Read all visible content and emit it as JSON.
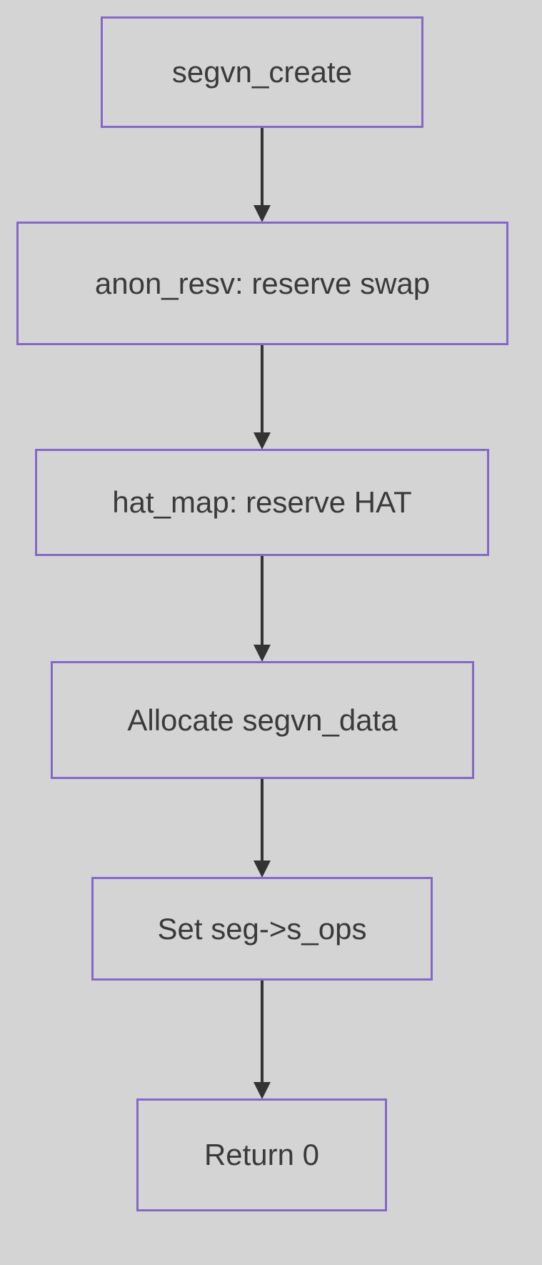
{
  "diagram": {
    "type": "flowchart",
    "direction": "top-down",
    "nodes": [
      {
        "id": "n1",
        "label": "segvn_create"
      },
      {
        "id": "n2",
        "label": "anon_resv: reserve swap"
      },
      {
        "id": "n3",
        "label": "hat_map: reserve HAT"
      },
      {
        "id": "n4",
        "label": "Allocate segvn_data"
      },
      {
        "id": "n5",
        "label": "Set seg->s_ops"
      },
      {
        "id": "n6",
        "label": "Return 0"
      }
    ],
    "edges": [
      {
        "from": "n1",
        "to": "n2",
        "style": "arrow-down"
      },
      {
        "from": "n2",
        "to": "n3",
        "style": "arrow-down"
      },
      {
        "from": "n3",
        "to": "n4",
        "style": "arrow-down"
      },
      {
        "from": "n4",
        "to": "n5",
        "style": "arrow-down"
      },
      {
        "from": "n5",
        "to": "n6",
        "style": "arrow-down"
      }
    ],
    "colors": {
      "background": "#d4d4d4",
      "node_border": "#8468c8",
      "node_fill": "#d4d4d4",
      "text": "#3a3a3a",
      "arrow": "#333333"
    }
  }
}
